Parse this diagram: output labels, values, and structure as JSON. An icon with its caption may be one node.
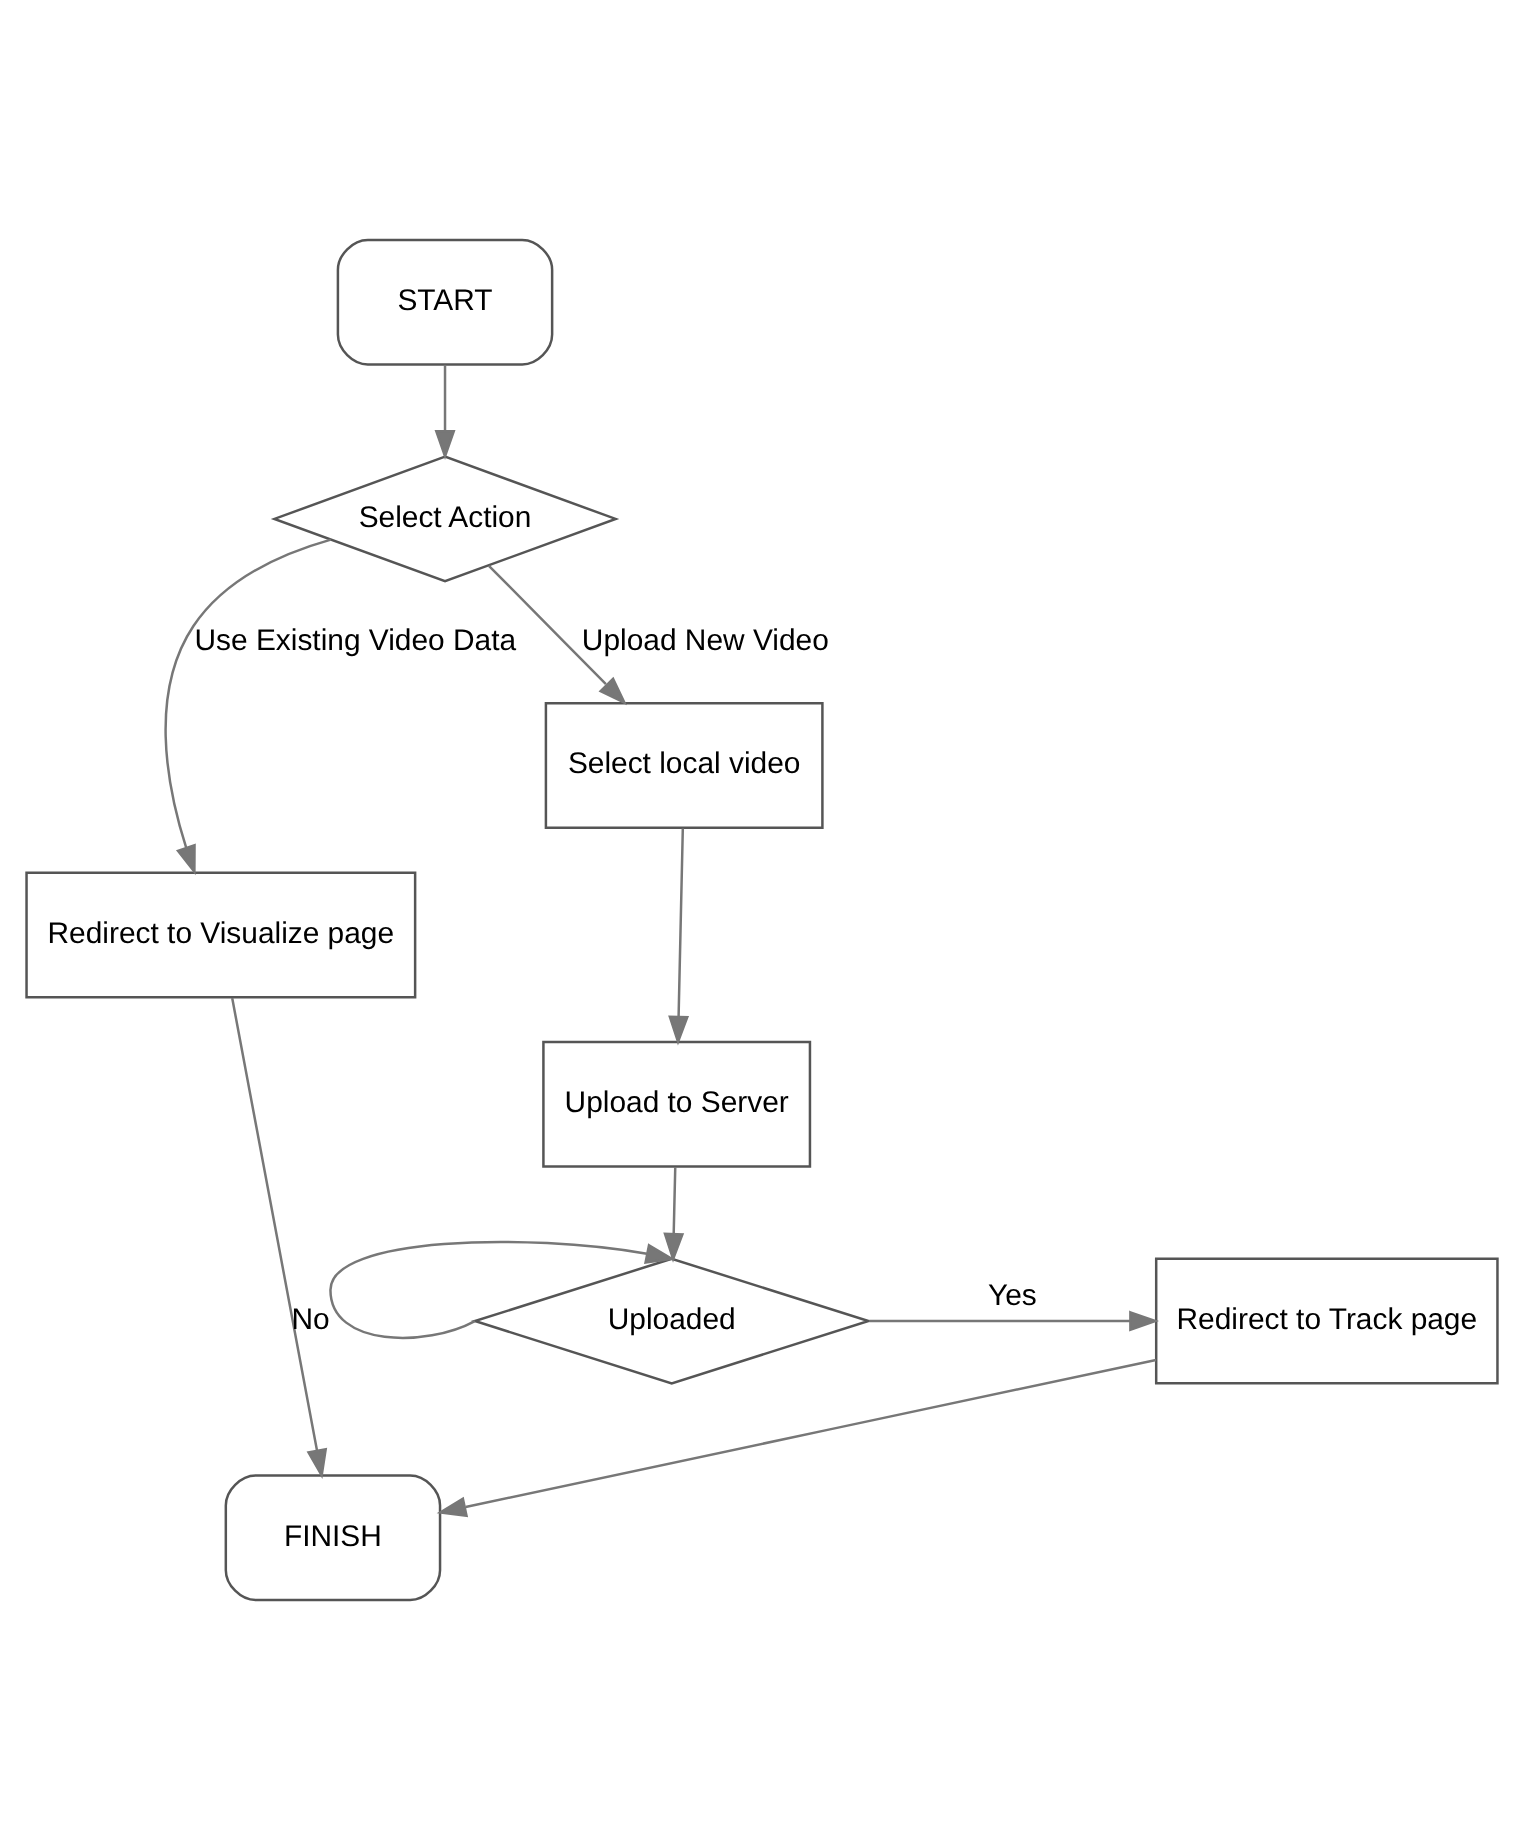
{
  "diagram": {
    "nodes": [
      {
        "text": [
          "START"
        ]
      },
      {
        "text": [
          "Select Action"
        ]
      },
      {
        "text": [
          "Redirect to Visualize page"
        ]
      },
      {
        "text": [
          "Select local video"
        ]
      },
      {
        "text": [
          "Upload to Server"
        ]
      },
      {
        "text": [
          "Uploaded"
        ]
      },
      {
        "text": [
          "Redirect to Track page"
        ]
      },
      {
        "text": [
          "FINISH"
        ]
      }
    ],
    "edges": [
      {
        "from": 0,
        "to": 1,
        "arrow": "to"
      },
      {
        "from": 1,
        "to": 2,
        "arrow": "to",
        "label": "Use Existing Video Data"
      },
      {
        "from": 1,
        "to": 3,
        "arrow": "to",
        "label": "Upload New Video"
      },
      {
        "from": 3,
        "to": 4,
        "arrow": "to"
      },
      {
        "from": 4,
        "to": 5,
        "arrow": "to"
      },
      {
        "from": 5,
        "to": 5,
        "arrow": "to",
        "label": "No"
      },
      {
        "from": 5,
        "to": 6,
        "arrow": "to",
        "label": "Yes"
      },
      {
        "from": 2,
        "to": 7,
        "arrow": "to"
      },
      {
        "from": 6,
        "to": 7,
        "arrow": "to"
      }
    ]
  }
}
